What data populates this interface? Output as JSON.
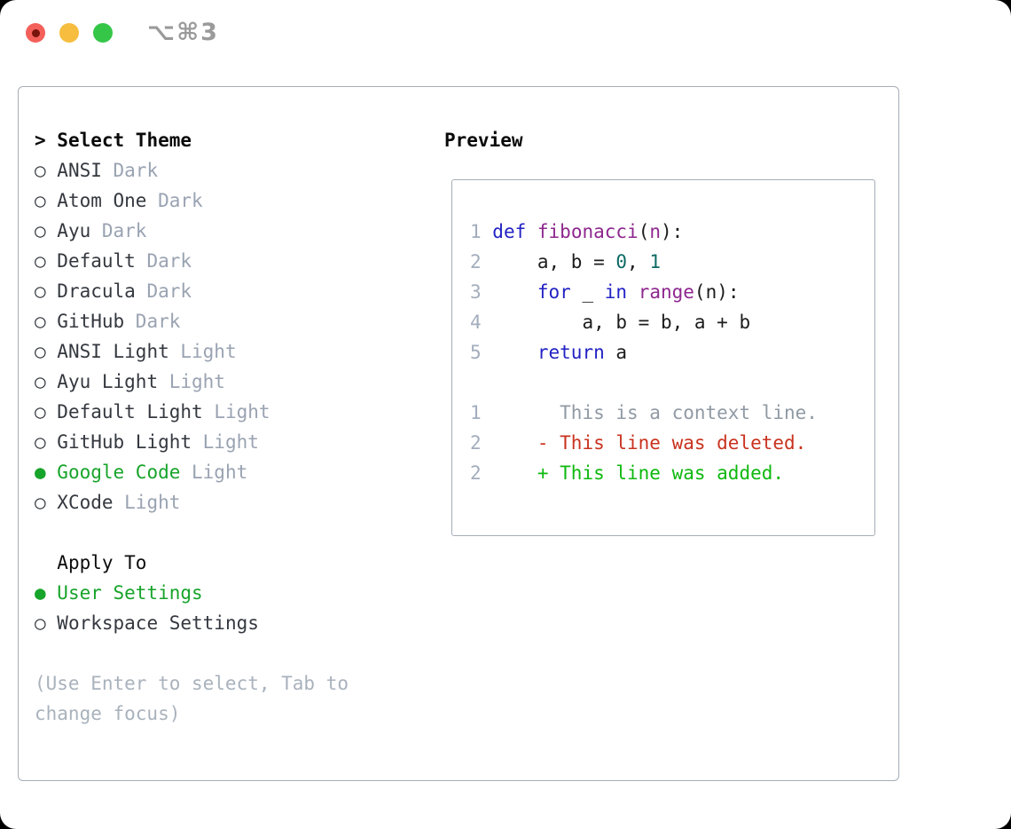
{
  "window": {
    "title": "⌥⌘3"
  },
  "traffic_lights": {
    "close_color": "#f4605a",
    "minimize_color": "#f6bd3e",
    "zoom_color": "#35c648",
    "close_has_dot": true
  },
  "colors": {
    "accent_green": "#17a42a",
    "muted_gray": "#9aa3b2",
    "border_gray": "#a6aeb8",
    "syntax_keyword": "#2222c4",
    "syntax_name": "#8e278e",
    "syntax_literal": "#0c6a64",
    "diff_deleted": "#c9331f",
    "diff_added": "#0eb80e",
    "context_gray": "#909aa4"
  },
  "theme_picker": {
    "header_prefix": ">",
    "header_label": "Select Theme",
    "themes": [
      {
        "name": "ANSI",
        "variant": "Dark",
        "selected": false
      },
      {
        "name": "Atom One",
        "variant": "Dark",
        "selected": false
      },
      {
        "name": "Ayu",
        "variant": "Dark",
        "selected": false
      },
      {
        "name": "Default",
        "variant": "Dark",
        "selected": false
      },
      {
        "name": "Dracula",
        "variant": "Dark",
        "selected": false
      },
      {
        "name": "GitHub",
        "variant": "Dark",
        "selected": false
      },
      {
        "name": "ANSI Light",
        "variant": "Light",
        "selected": false
      },
      {
        "name": "Ayu Light",
        "variant": "Light",
        "selected": false
      },
      {
        "name": "Default Light",
        "variant": "Light",
        "selected": false
      },
      {
        "name": "GitHub Light",
        "variant": "Light",
        "selected": false
      },
      {
        "name": "Google Code",
        "variant": "Light",
        "selected": true
      },
      {
        "name": "XCode",
        "variant": "Light",
        "selected": false
      }
    ]
  },
  "apply_to": {
    "header": "Apply To",
    "options": [
      {
        "label": "User Settings",
        "selected": true
      },
      {
        "label": "Workspace Settings",
        "selected": false
      }
    ]
  },
  "help": {
    "line1": "(Use Enter to select, Tab to",
    "line2": "change focus)"
  },
  "preview": {
    "title": "Preview",
    "code_lines": [
      {
        "num": "1",
        "segments": [
          {
            "t": "def",
            "c": "kwd"
          },
          {
            "t": " ",
            "c": "pln"
          },
          {
            "t": "fibonacci",
            "c": "typ"
          },
          {
            "t": "(",
            "c": "pln"
          },
          {
            "t": "n",
            "c": "typ"
          },
          {
            "t": "):",
            "c": "pln"
          }
        ]
      },
      {
        "num": "2",
        "segments": [
          {
            "t": "    a, b = ",
            "c": "pln"
          },
          {
            "t": "0",
            "c": "lit"
          },
          {
            "t": ", ",
            "c": "pln"
          },
          {
            "t": "1",
            "c": "lit"
          }
        ]
      },
      {
        "num": "3",
        "segments": [
          {
            "t": "    ",
            "c": "pln"
          },
          {
            "t": "for",
            "c": "kwd"
          },
          {
            "t": " _ ",
            "c": "pln"
          },
          {
            "t": "in",
            "c": "kwd"
          },
          {
            "t": " ",
            "c": "pln"
          },
          {
            "t": "range",
            "c": "typ"
          },
          {
            "t": "(n):",
            "c": "pln"
          }
        ]
      },
      {
        "num": "4",
        "segments": [
          {
            "t": "        a, b = b, a + b",
            "c": "pln"
          }
        ]
      },
      {
        "num": "5",
        "segments": [
          {
            "t": "    ",
            "c": "pln"
          },
          {
            "t": "return",
            "c": "kwd"
          },
          {
            "t": " a",
            "c": "pln"
          }
        ]
      },
      {
        "num": "",
        "segments": []
      },
      {
        "num": "1",
        "segments": [
          {
            "t": "      This is a context line.",
            "c": "ctx"
          }
        ]
      },
      {
        "num": "2",
        "segments": [
          {
            "t": "    ",
            "c": "pln"
          },
          {
            "t": "- This line was deleted.",
            "c": "del"
          }
        ]
      },
      {
        "num": "2",
        "segments": [
          {
            "t": "    ",
            "c": "pln"
          },
          {
            "t": "+ This line was added.",
            "c": "add"
          }
        ]
      }
    ]
  },
  "icons": {
    "radio_unselected": "○",
    "radio_selected": "●"
  }
}
